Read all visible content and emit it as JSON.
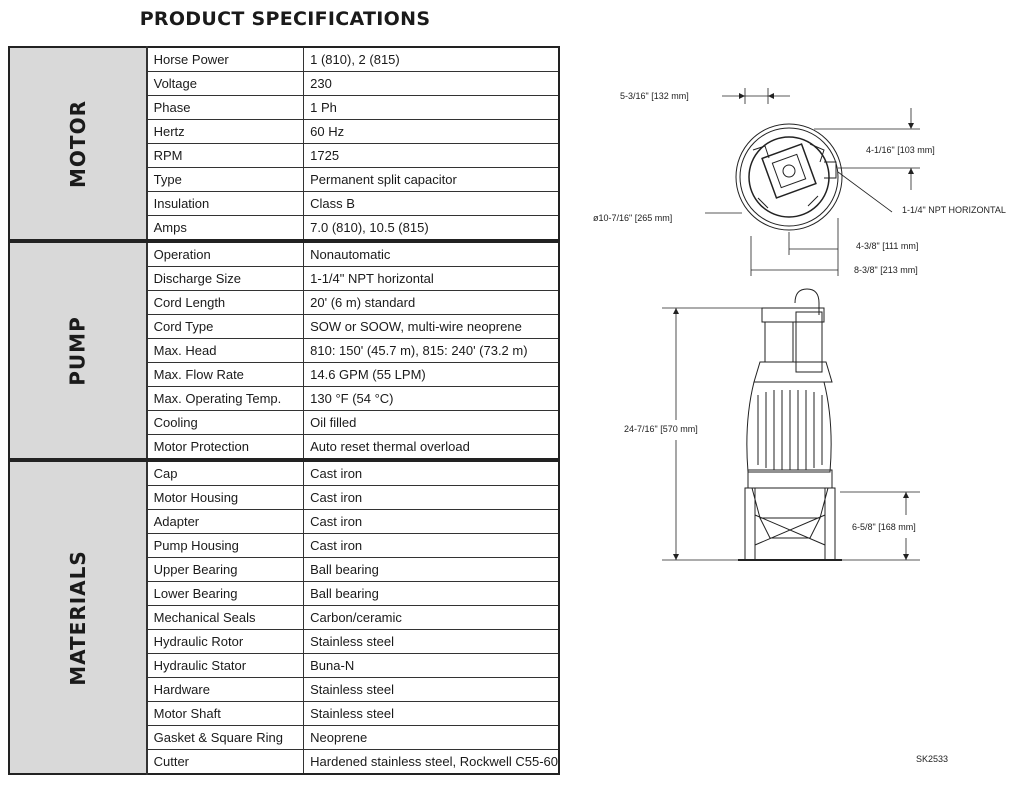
{
  "title": "PRODUCT SPECIFICATIONS",
  "sections": [
    {
      "name": "MOTOR",
      "rows": [
        {
          "label": "Horse Power",
          "value": "1 (810), 2 (815)"
        },
        {
          "label": "Voltage",
          "value": "230"
        },
        {
          "label": "Phase",
          "value": "1 Ph"
        },
        {
          "label": "Hertz",
          "value": "60 Hz"
        },
        {
          "label": "RPM",
          "value": "1725"
        },
        {
          "label": "Type",
          "value": "Permanent split capacitor"
        },
        {
          "label": "Insulation",
          "value": "Class B"
        },
        {
          "label": "Amps",
          "value": "7.0 (810), 10.5 (815)"
        }
      ]
    },
    {
      "name": "PUMP",
      "rows": [
        {
          "label": "Operation",
          "value": "Nonautomatic"
        },
        {
          "label": "Discharge Size",
          "value": "1-1/4\" NPT horizontal"
        },
        {
          "label": "Cord Length",
          "value": "20' (6 m) standard"
        },
        {
          "label": "Cord Type",
          "value": "SOW or SOOW, multi-wire neoprene"
        },
        {
          "label": "Max. Head",
          "value": "810: 150' (45.7 m), 815: 240' (73.2 m)"
        },
        {
          "label": "Max. Flow Rate",
          "value": "14.6 GPM (55 LPM)"
        },
        {
          "label": "Max. Operating Temp.",
          "value": "130 °F (54 °C)"
        },
        {
          "label": "Cooling",
          "value": "Oil filled"
        },
        {
          "label": "Motor Protection",
          "value": "Auto reset thermal overload"
        }
      ]
    },
    {
      "name": "MATERIALS",
      "rows": [
        {
          "label": "Cap",
          "value": "Cast iron"
        },
        {
          "label": "Motor Housing",
          "value": "Cast iron"
        },
        {
          "label": "Adapter",
          "value": "Cast iron"
        },
        {
          "label": "Pump Housing",
          "value": "Cast iron"
        },
        {
          "label": "Upper Bearing",
          "value": "Ball bearing"
        },
        {
          "label": "Lower Bearing",
          "value": "Ball bearing"
        },
        {
          "label": "Mechanical Seals",
          "value": "Carbon/ceramic"
        },
        {
          "label": "Hydraulic Rotor",
          "value": "Stainless steel"
        },
        {
          "label": "Hydraulic Stator",
          "value": "Buna-N"
        },
        {
          "label": "Hardware",
          "value": "Stainless steel"
        },
        {
          "label": "Motor Shaft",
          "value": "Stainless steel"
        },
        {
          "label": "Gasket & Square Ring",
          "value": "Neoprene"
        },
        {
          "label": "Cutter",
          "value": "Hardened stainless steel, Rockwell C55-60"
        }
      ]
    }
  ],
  "drawing": {
    "dim_top_width": "5-3/16\" [132 mm]",
    "dim_top_depth": "4-1/16\" [103 mm]",
    "dim_diameter": "ø10-7/16\" [265 mm]",
    "discharge_note": "1-1/4\" NPT HORIZONTAL",
    "dim_center": "4-3/8\" [111 mm]",
    "dim_overall_width": "8-3/8\" [213 mm]",
    "dim_height": "24-7/16\" [570 mm]",
    "dim_discharge_height": "6-5/8\" [168 mm]",
    "drawing_id": "SK2533"
  }
}
